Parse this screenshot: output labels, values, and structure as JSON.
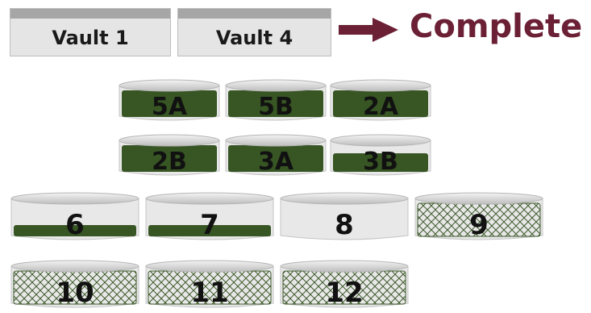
{
  "header": {
    "vault_tabs": [
      "Vault 1",
      "Vault 4"
    ],
    "status_label": "Complete"
  },
  "colors": {
    "fill": "#375623",
    "status": "#6b2036"
  },
  "bins": [
    {
      "label": "5A",
      "state": "full"
    },
    {
      "label": "5B",
      "state": "full"
    },
    {
      "label": "2A",
      "state": "full"
    },
    {
      "label": "2B",
      "state": "full"
    },
    {
      "label": "3A",
      "state": "full"
    },
    {
      "label": "3B",
      "state": "mostly-full"
    },
    {
      "label": "6",
      "state": "low"
    },
    {
      "label": "7",
      "state": "low"
    },
    {
      "label": "8",
      "state": "empty"
    },
    {
      "label": "9",
      "state": "hatched"
    },
    {
      "label": "10",
      "state": "hatched"
    },
    {
      "label": "11",
      "state": "hatched"
    },
    {
      "label": "12",
      "state": "hatched"
    }
  ]
}
